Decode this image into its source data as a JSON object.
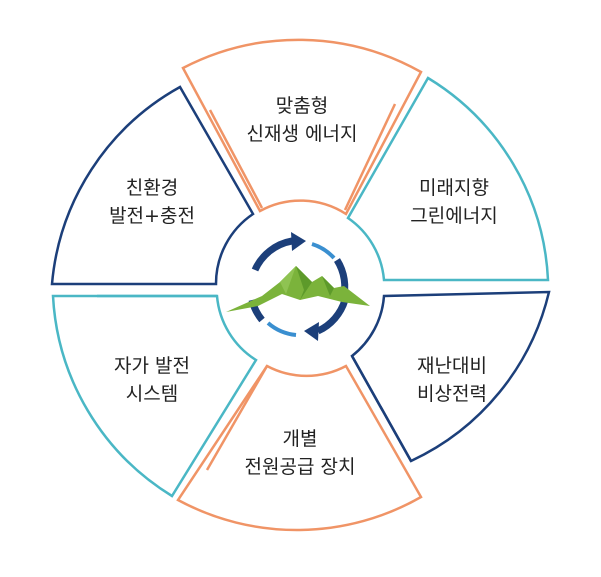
{
  "segments": [
    {
      "id": "top",
      "line1": "맞춤형",
      "line2": "신재생 에너지",
      "color": "#f09466"
    },
    {
      "id": "upper-right",
      "line1": "미래지향",
      "line2": "그린에너지",
      "color": "#4ab7c5"
    },
    {
      "id": "lower-right",
      "line1": "재난대비",
      "line2": "비상전력",
      "color": "#1c3f7a"
    },
    {
      "id": "bottom",
      "line1": "개별",
      "line2": "전원공급 장치",
      "color": "#f09466"
    },
    {
      "id": "lower-left",
      "line1": "자가 발전",
      "line2": "시스템",
      "color": "#4ab7c5"
    },
    {
      "id": "upper-left",
      "line1": "친환경",
      "line2": "발전+충전",
      "color": "#1c3f7a"
    }
  ],
  "center": {
    "mountain_color": "#7bb33b",
    "arrow_color": "#1c3f7a",
    "arrow_accent": "#3a8fd0"
  }
}
